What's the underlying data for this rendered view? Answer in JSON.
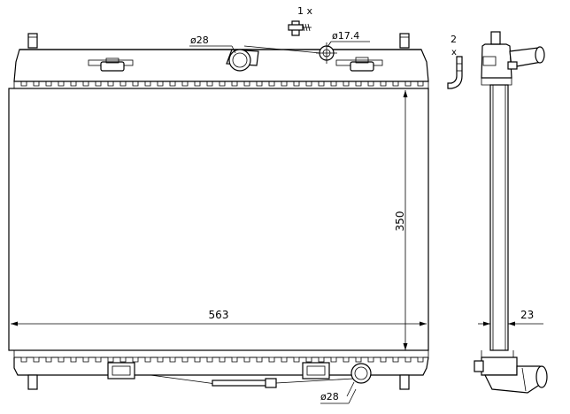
{
  "labels": {
    "bolt_qty": "1 x",
    "clip_qty_num": "2",
    "clip_qty_x": "x",
    "inlet_diameter": "ø28",
    "sensor_diameter": "ø17.4",
    "outlet_diameter": "ø28",
    "core_height": "350",
    "core_width": "563",
    "core_thickness": "23"
  }
}
